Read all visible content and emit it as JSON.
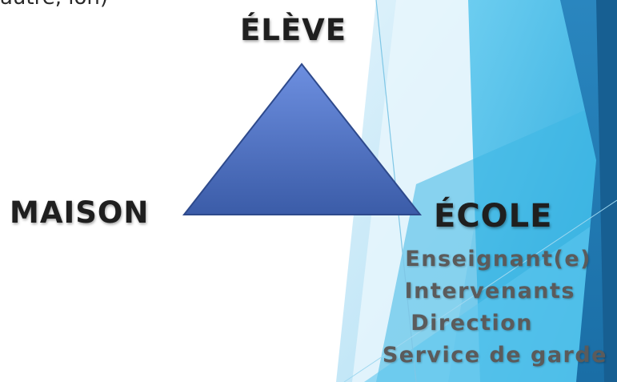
{
  "top_text": "autre, lon)",
  "diagram": {
    "apex_label": "ÉLÈVE",
    "left_label": "MAISON",
    "right_label": "ÉCOLE",
    "school_members": [
      "Enseignant(e)",
      "Intervenants",
      "Direction",
      "Service de garde"
    ]
  },
  "colors": {
    "triangle_top": "#6d8fe0",
    "triangle_bottom": "#3b5ca8",
    "triangle_edge": "#2e4a8c",
    "accent_light": "#bfe6f7",
    "accent_mid": "#4fc2ea",
    "accent_dark": "#1e77ad"
  }
}
